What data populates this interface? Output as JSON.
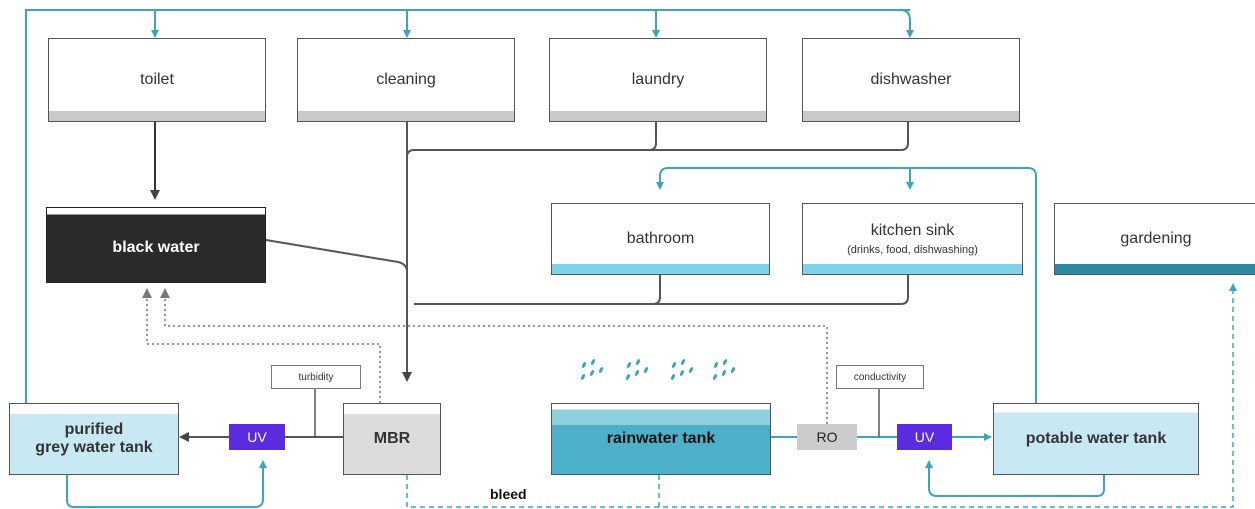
{
  "nodes": {
    "toilet": "toilet",
    "cleaning": "cleaning",
    "laundry": "laundry",
    "dishwasher": "dishwasher",
    "black_water": "black water",
    "bathroom": "bathroom",
    "kitchen_sink": "kitchen sink",
    "kitchen_sink_sub": "(drinks, food, dishwashing)",
    "gardening": "gardening",
    "purified_line1": "purified",
    "purified_line2": "grey water tank",
    "mbr": "MBR",
    "rainwater_tank": "rainwater tank",
    "potable_tank": "potable water tank"
  },
  "sensors": {
    "turbidity": "turbidity",
    "conductivity": "conductivity"
  },
  "units": {
    "uv_left": "UV",
    "uv_right": "UV",
    "ro": "RO"
  },
  "labels": {
    "bleed": "bleed"
  },
  "colors": {
    "blue_line": "#3aa5bd",
    "dark_line": "#555555",
    "blue_bar": "#7fd3e6",
    "grey_bar": "#c9c9c9",
    "teal_bar": "#2f8aa0",
    "uv_purple": "#5b2be0",
    "black_water": "#2a2a2a",
    "tank_light": "#c8e9f3",
    "rain_tank": "#4bb0c8"
  }
}
